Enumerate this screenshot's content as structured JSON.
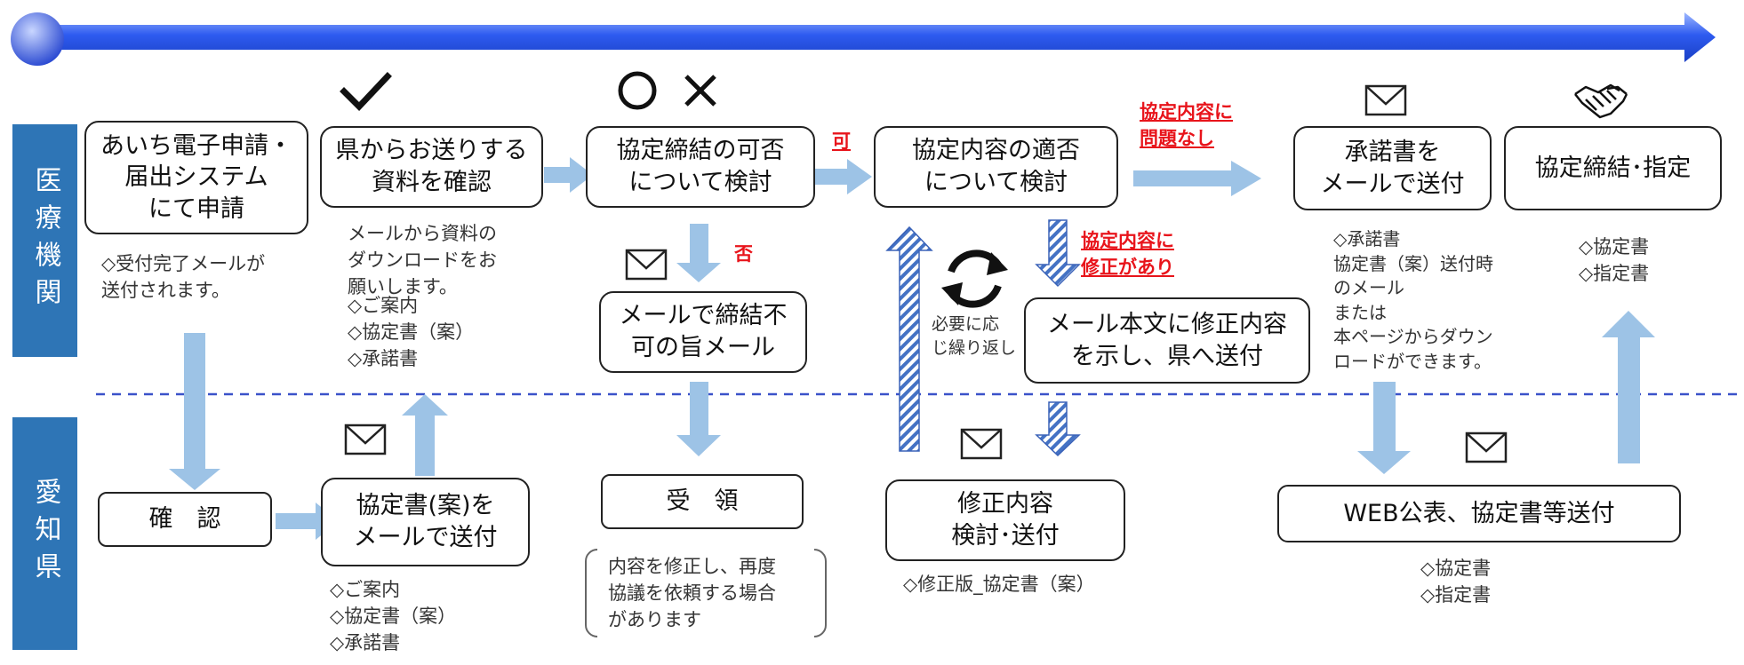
{
  "colors": {
    "lane_bg": "#2e75b6",
    "arrow_fill": "#9dc3e6",
    "hatch_arrow": "#4472c4",
    "timeline": "#1f49d6",
    "red_label": "#e8141b",
    "dashed_line": "#3a52c9"
  },
  "lanes": {
    "institution": "医療機関",
    "prefecture": "愛知県"
  },
  "boxes": {
    "apply": "あいち電子申請・\n届出システム\nにて申請",
    "check_docs": "県からお送りする\n資料を確認",
    "consider_conclusion": "協定締結の可否\nについて検討",
    "consider_content": "協定内容の適否\nについて検討",
    "send_acceptance": "承諾書を\nメールで送付",
    "conclude": "協定締結･指定",
    "mail_rejection": "メールで締結不\n可の旨メール",
    "revision_request": "メール本文に修正内容\nを示し、県へ送付",
    "confirm": "確　認",
    "send_draft": "協定書(案)を\nメールで送付",
    "receipt": "受　領",
    "revise_send": "修正内容\n検討･送付",
    "publish": "WEB公表、協定書等送付"
  },
  "notes": {
    "apply_note": "◇受付完了メールが\n送付されます。",
    "docs_note": "メールから資料の\nダウンロードをお\n願いします。",
    "docs_list": "◇ご案内\n◇協定書（案）\n◇承諾書",
    "draft_list": "◇ご案内\n◇協定書（案）\n◇承諾書",
    "receipt_note": "内容を修正し、再度\n協議を依頼する場合\nがあります",
    "repeat_note": "必要に応\nじ繰り返し",
    "revised_doc": "◇修正版_協定書（案）",
    "acceptance_note": "◇承諾書\n協定書（案）送付時\nのメール\nまたは\n本ページからダウン\nロードができます。",
    "conclude_docs": "◇協定書\n◇指定書",
    "publish_docs": "◇協定書\n◇指定書"
  },
  "labels": {
    "yes": "可",
    "no": "否",
    "no_problem": "協定内容に\n問題なし",
    "has_revision": "協定内容に\n修正があり"
  },
  "icons": {
    "check": "✔",
    "circle": "○",
    "cross": "✕",
    "mail": "mail-icon",
    "handshake": "handshake-icon",
    "cycle": "cycle-arrows-icon"
  }
}
